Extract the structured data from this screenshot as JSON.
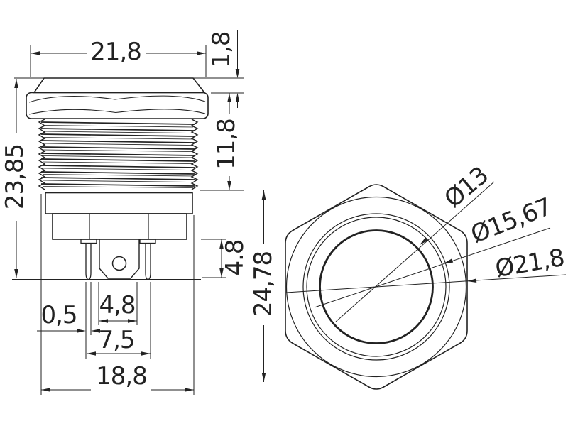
{
  "drawing": {
    "type": "technical-dimension-drawing",
    "units": "mm",
    "colors": {
      "line": "#222222",
      "background": "#ffffff"
    },
    "side_view": {
      "labels": {
        "cap_width": "21,8",
        "cap_lip_height": "1,8",
        "thread_length": "11,8",
        "overall_height": "23,85",
        "terminal_length": "4.8",
        "terminal_thickness": "0,5",
        "center_block_width": "4,8",
        "terminal_span": "7,5",
        "body_width": "18,8"
      }
    },
    "front_view": {
      "labels": {
        "button_diameter": "Ø13",
        "bezel_inner_diameter": "Ø15,67",
        "bezel_outer_diameter": "Ø21,8",
        "overall_height": "24,78"
      }
    }
  }
}
